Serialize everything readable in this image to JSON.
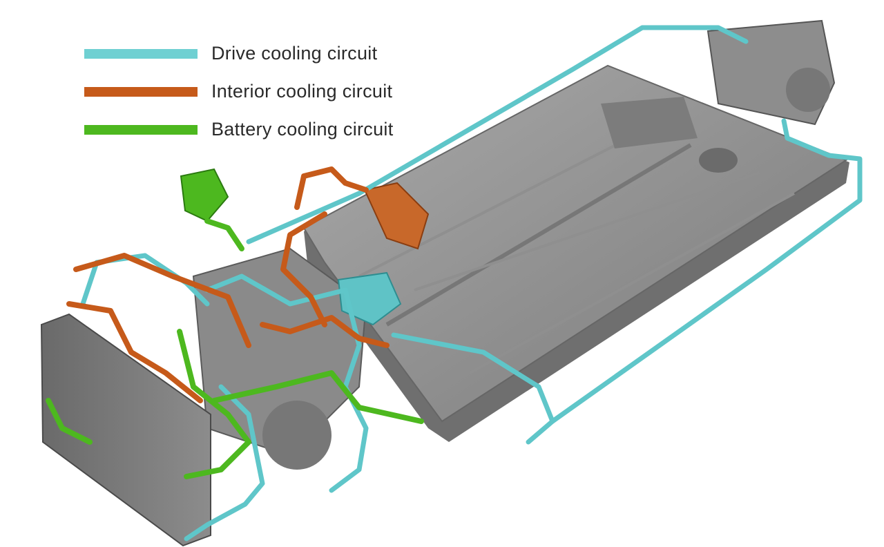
{
  "legend": [
    {
      "label": "Drive cooling circuit",
      "color": "#6fd0d2"
    },
    {
      "label": "Interior cooling circuit",
      "color": "#c65a1a"
    },
    {
      "label": "Battery cooling circuit",
      "color": "#4db81f"
    }
  ],
  "colors": {
    "component_gray": "#8a8a8a",
    "component_dark": "#5e5e5e",
    "background": "#ffffff"
  }
}
